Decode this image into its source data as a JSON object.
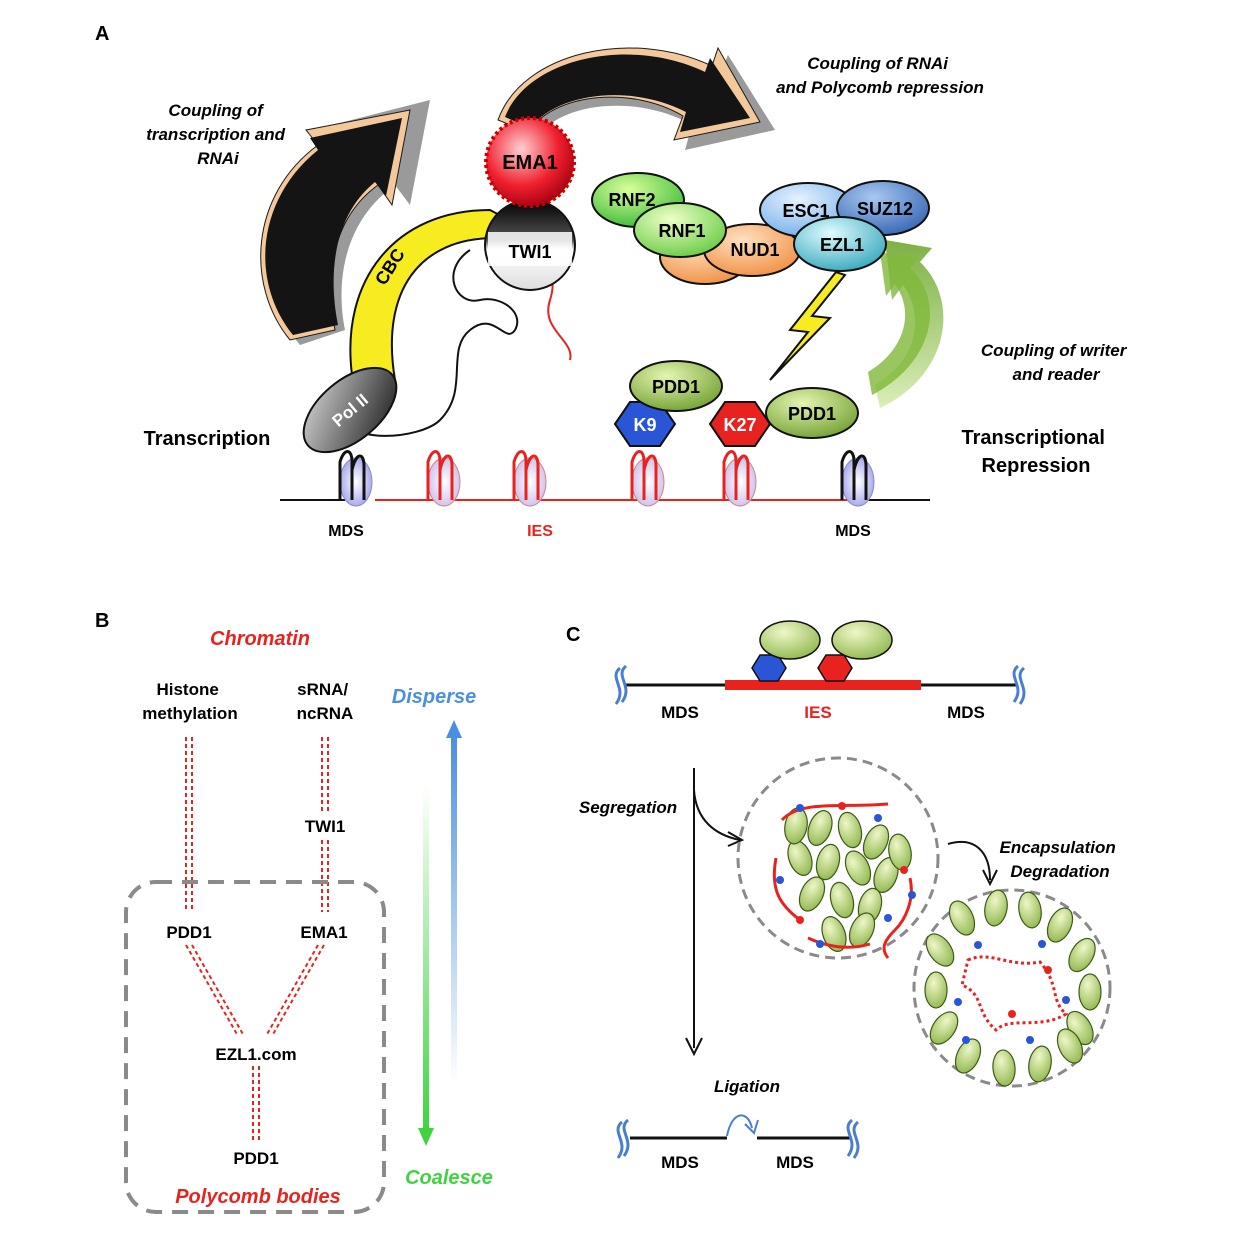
{
  "panel_a": {
    "label": "A",
    "coupling_transcription_rnai": [
      "Coupling of",
      "transcription and",
      "RNAi"
    ],
    "coupling_rnai_polycomb": [
      "Coupling of RNAi",
      "and Polycomb repression"
    ],
    "coupling_writer_reader": [
      "Coupling of writer",
      "and reader"
    ],
    "transcription": "Transcription",
    "transcriptional_repression": [
      "Transcriptional",
      "Repression"
    ],
    "proteins": {
      "ema1": "EMA1",
      "cbc": "CBC",
      "twi1": "TWI1",
      "pol2": "Pol II",
      "rnf2": "RNF2",
      "rnf1": "RNF1",
      "nud1": "NUD1",
      "esc1": "ESC1",
      "suz12": "SUZ12",
      "ezl1": "EZL1",
      "pdd1_top": "PDD1",
      "pdd1_right": "PDD1",
      "k9": "K9",
      "k27": "K27"
    },
    "mds_left": "MDS",
    "ies": "IES",
    "mds_right": "MDS"
  },
  "panel_b": {
    "label": "B",
    "chromatin": "Chromatin",
    "histone_methylation": [
      "Histone",
      "methylation"
    ],
    "srna_ncrna": [
      "sRNA/",
      "ncRNA"
    ],
    "twi1": "TWI1",
    "pdd1_top": "PDD1",
    "ema1": "EMA1",
    "ezl1_com": "EZL1.com",
    "pdd1_bottom": "PDD1",
    "polycomb_bodies": "Polycomb bodies",
    "disperse": "Disperse",
    "coalesce": "Coalesce"
  },
  "panel_c": {
    "label": "C",
    "mds_left": "MDS",
    "ies": "IES",
    "mds_right": "MDS",
    "segregation": "Segregation",
    "encapsulation_degradation": [
      "Encapsulation",
      "Degradation"
    ],
    "ligation": "Ligation",
    "mds_bottom_left": "MDS",
    "mds_bottom_right": "MDS"
  },
  "colors": {
    "red": "#e8231f",
    "blue": "#2a55d6",
    "green": "#8ab346",
    "disperse_blue": "#4a8fe0",
    "coalesce_green": "#3fd43f",
    "dashed_gray": "#8a8a8a",
    "yellow": "#f7ec20"
  }
}
